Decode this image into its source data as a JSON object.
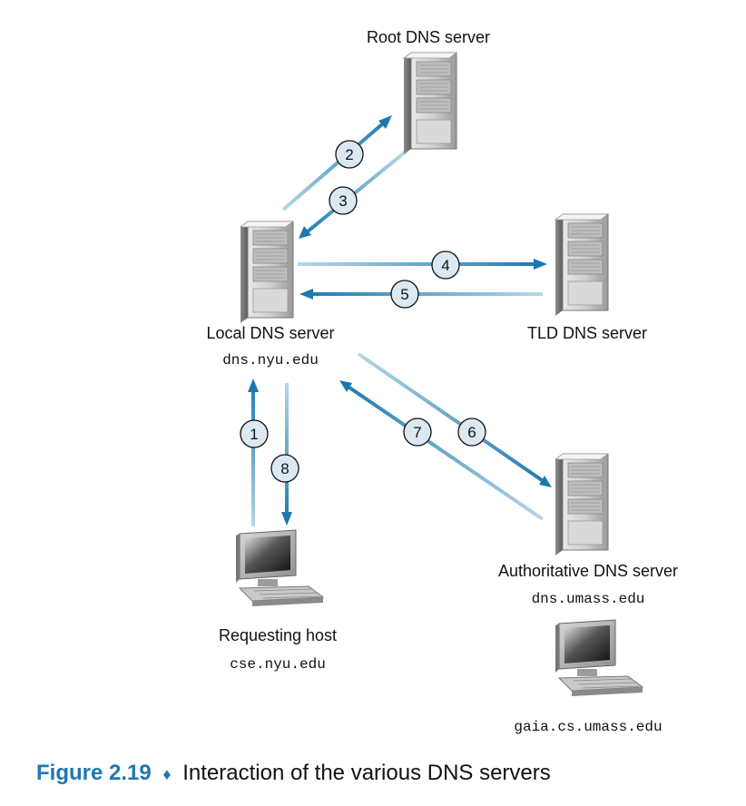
{
  "nodes": {
    "root": {
      "name": "Root DNS server",
      "host": ""
    },
    "local": {
      "name": "Local DNS server",
      "host": "dns.nyu.edu"
    },
    "tld": {
      "name": "TLD DNS server",
      "host": ""
    },
    "auth": {
      "name": "Authoritative DNS server",
      "host": "dns.umass.edu"
    },
    "requesting": {
      "name": "Requesting host",
      "host": "cse.nyu.edu"
    },
    "gaia": {
      "name": "",
      "host": "gaia.cs.umass.edu"
    }
  },
  "steps": [
    "1",
    "2",
    "3",
    "4",
    "5",
    "6",
    "7",
    "8"
  ],
  "caption": {
    "figure": "Figure 2.19",
    "bullet": "♦",
    "text": "Interaction of the various DNS servers"
  },
  "colors": {
    "arrow_dark": "#1a78b0",
    "arrow_light": "#b7d6e6",
    "accent": "#1f77b4"
  }
}
